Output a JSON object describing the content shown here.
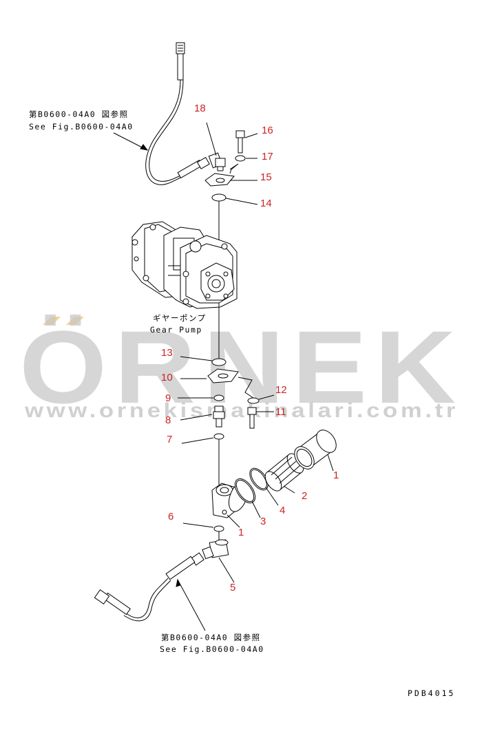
{
  "colors": {
    "line": "#000000",
    "callout": "#cc2222",
    "watermark": "#c8c8c8",
    "watermark_accent": "#f2d48a"
  },
  "watermark": {
    "brand": "ÖRNEK",
    "url": "www.ornekismakinalari.com.tr"
  },
  "labels": {
    "pump_jp": "ギヤーポンプ",
    "pump_en": "Gear Pump",
    "ref_top_jp": "第B0600-04A0 図参照",
    "ref_top_en": "See Fig.B0600-04A0",
    "ref_bottom_jp": "第B0600-04A0 図参照",
    "ref_bottom_en": "See Fig.B0600-04A0",
    "drawing_code": "PDB4015"
  },
  "callouts": [
    {
      "key": "c18",
      "text": "18"
    },
    {
      "key": "c16",
      "text": "16"
    },
    {
      "key": "c17",
      "text": "17"
    },
    {
      "key": "c15",
      "text": "15"
    },
    {
      "key": "c14",
      "text": "14"
    },
    {
      "key": "c13",
      "text": "13"
    },
    {
      "key": "c10",
      "text": "10"
    },
    {
      "key": "c9",
      "text": "9"
    },
    {
      "key": "c12",
      "text": "12"
    },
    {
      "key": "c8",
      "text": "8"
    },
    {
      "key": "c11",
      "text": "11"
    },
    {
      "key": "c7",
      "text": "7"
    },
    {
      "key": "c1a",
      "text": "1"
    },
    {
      "key": "c2",
      "text": "2"
    },
    {
      "key": "c4",
      "text": "4"
    },
    {
      "key": "c3",
      "text": "3"
    },
    {
      "key": "c1b",
      "text": "1"
    },
    {
      "key": "c6",
      "text": "6"
    },
    {
      "key": "c5",
      "text": "5"
    }
  ]
}
